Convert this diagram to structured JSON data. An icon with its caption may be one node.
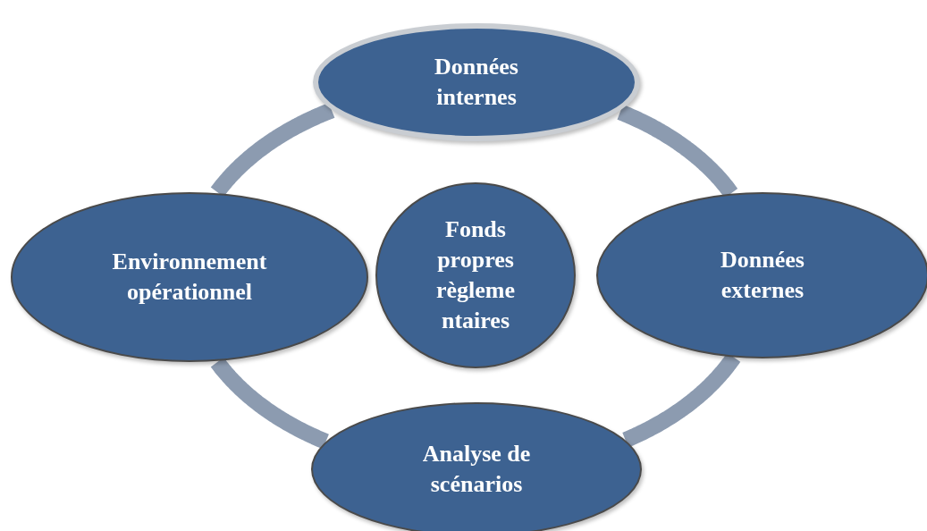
{
  "diagram": {
    "nodes": [
      {
        "text": [
          "Données internes"
        ]
      },
      {
        "text": [
          "Environnement opérationnel"
        ]
      },
      {
        "text": [
          "Fonds propres règleme ntaires"
        ]
      },
      {
        "text": [
          "Données externes"
        ]
      },
      {
        "text": [
          "Analyse de scénarios"
        ]
      }
    ],
    "edges": [
      {
        "from": 0,
        "to": 3,
        "arrow": "none"
      },
      {
        "from": 3,
        "to": 4,
        "arrow": "none"
      },
      {
        "from": 4,
        "to": 1,
        "arrow": "none"
      },
      {
        "from": 1,
        "to": 0,
        "arrow": "none"
      }
    ]
  }
}
